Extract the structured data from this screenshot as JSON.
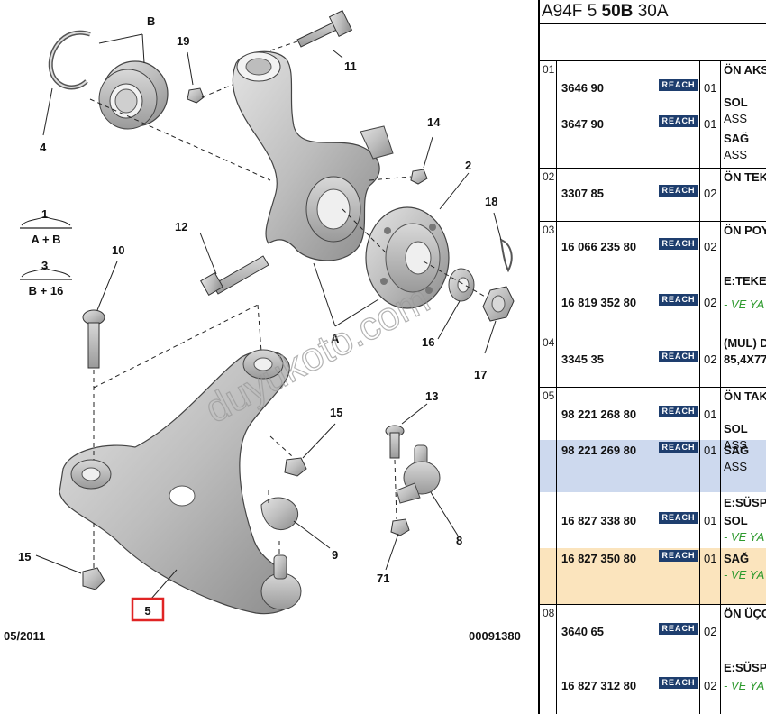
{
  "diagram": {
    "callouts": {
      "c1": "1",
      "c1_formula": "A + B",
      "c3": "3",
      "c3_formula": "B + 16",
      "c2": "2",
      "c4": "4",
      "c5": "5",
      "c8": "8",
      "c9": "9",
      "c10": "10",
      "c11": "11",
      "c12": "12",
      "c13": "13",
      "c14": "14",
      "c15a": "15",
      "c15b": "15",
      "c16": "16",
      "c17": "17",
      "c18": "18",
      "c19": "19",
      "c71": "71",
      "cA": "A",
      "cB": "B"
    },
    "date": "05/2011",
    "ref_code": "00091380",
    "watermark": "duyukoto.com"
  },
  "parts": {
    "title_model": "A94F 5",
    "title_bold": "50B",
    "title_suffix": "30A",
    "groups": [
      {
        "no": "01",
        "desc": "ÖN AKS",
        "items": [
          {
            "part": "3646 90",
            "brand": "REACH",
            "qty": "01",
            "text": "SOL",
            "sub": "ASS"
          },
          {
            "part": "3647 90",
            "brand": "REACH",
            "qty": "01",
            "text": "SAĞ",
            "sub": "ASS"
          }
        ]
      },
      {
        "no": "02",
        "desc": "ÖN TEK",
        "items": [
          {
            "part": "3307 85",
            "brand": "REACH",
            "qty": "02"
          }
        ]
      },
      {
        "no": "03",
        "desc": "ÖN POY",
        "items": [
          {
            "part": "16 066 235 80",
            "brand": "REACH",
            "qty": "02"
          },
          {
            "pre": "E:TEKE",
            "part": "16 819 352 80",
            "brand": "REACH",
            "qty": "02",
            "note": "- VE YA"
          }
        ]
      },
      {
        "no": "04",
        "desc": "(MUL) D",
        "items": [
          {
            "part": "3345 35",
            "brand": "REACH",
            "qty": "02",
            "text": "85,4X77"
          }
        ]
      },
      {
        "no": "05",
        "desc": "ÖN TAK",
        "items": [
          {
            "part": "98 221 268 80",
            "brand": "REACH",
            "qty": "01",
            "text": "SOL",
            "sub": "ASS"
          },
          {
            "part": "98 221 269 80",
            "brand": "REACH",
            "qty": "01",
            "text": "SAĞ",
            "sub": "ASS",
            "highlight": "#cdd9ee"
          },
          {
            "pre": "E:SÜSP",
            "part": "16 827 338 80",
            "brand": "REACH",
            "qty": "01",
            "text": "SOL",
            "note": "- VE YA"
          },
          {
            "part": "16 827 350 80",
            "brand": "REACH",
            "qty": "01",
            "text": "SAĞ",
            "note": "- VE YA",
            "highlight": "#fbe4bd"
          }
        ]
      },
      {
        "no": "08",
        "desc": "ÖN ÜÇG",
        "items": [
          {
            "part": "3640 65",
            "brand": "REACH",
            "qty": "02"
          },
          {
            "pre": "E:SÜSP",
            "part": "16 827 312 80",
            "brand": "REACH",
            "qty": "02",
            "note": "- VE YA"
          }
        ]
      }
    ]
  }
}
